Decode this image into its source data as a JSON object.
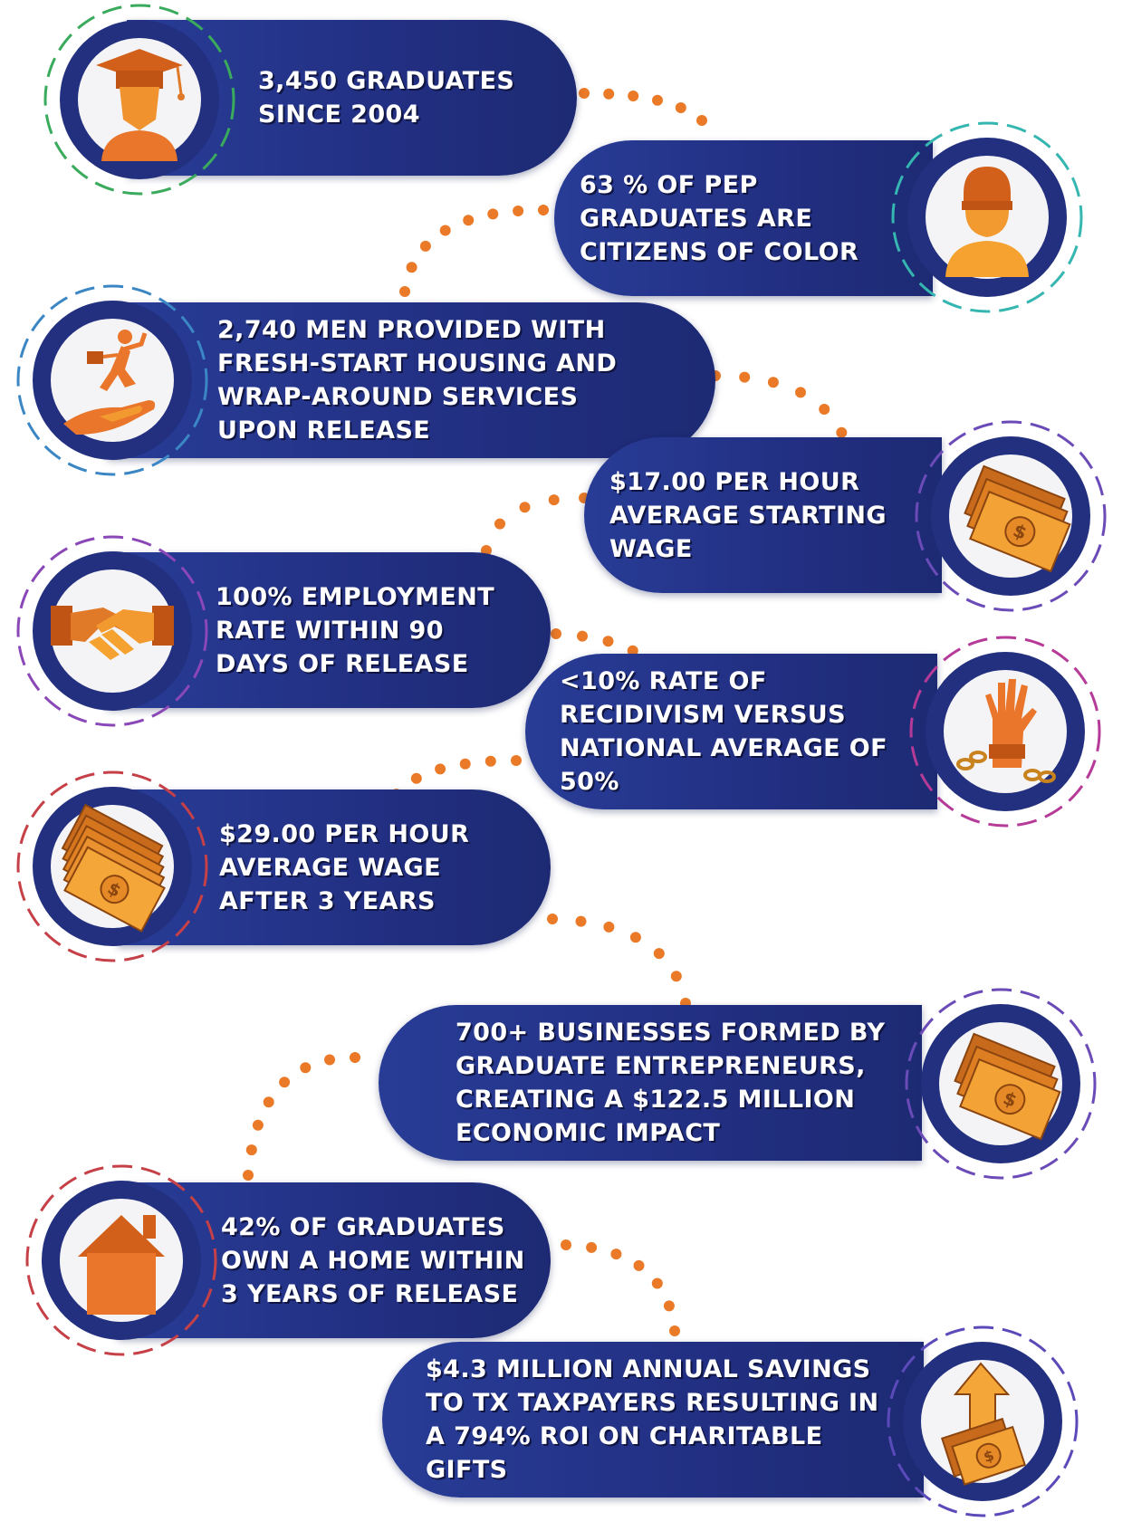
{
  "colors": {
    "pill": "#25378b",
    "ring": "#22307f",
    "accent": "#ee7f2d",
    "dots": "#ea7a28"
  },
  "stats": [
    {
      "text": "3,450 GRADUATES SINCE 2004",
      "icon": "graduate-icon",
      "side": "left",
      "dash": "#3aaa5c"
    },
    {
      "text": "63 % OF PEP GRADUATES ARE CITIZENS OF COLOR",
      "icon": "person-icon",
      "side": "right",
      "dash": "#35b6b0"
    },
    {
      "text": "2,740 MEN PROVIDED WITH FRESH-START HOUSING AND WRAP-AROUND  SERVICES UPON RELEASE",
      "icon": "runner-on-hand-icon",
      "side": "left",
      "dash": "#3b86c4"
    },
    {
      "text": "$17.00 PER HOUR AVERAGE STARTING WAGE",
      "icon": "money-icon",
      "side": "right",
      "dash": "#6b4bb8"
    },
    {
      "text": "100%  EMPLOYMENT RATE WITHIN 90 DAYS OF RELEASE",
      "icon": "handshake-icon",
      "side": "left",
      "dash": "#8a47b7"
    },
    {
      "text": "<10% RATE OF RECIDIVISM VERSUS NATIONAL AVERAGE OF 50%",
      "icon": "broken-chain-hand-icon",
      "side": "right",
      "dash": "#b63b98"
    },
    {
      "text": "$29.00 PER HOUR AVERAGE WAGE AFTER 3 YEARS",
      "icon": "money-stack-icon",
      "side": "left",
      "dash": "#c64048"
    },
    {
      "text": "700+ BUSINESSES FORMED BY GRADUATE ENTREPRENEURS, CREATING A $122.5 MILLION ECONOMIC IMPACT",
      "icon": "money-icon",
      "side": "right",
      "dash": "#6b4bb8"
    },
    {
      "text": "42% OF GRADUATES OWN A HOME WITHIN 3 YEARS OF RELEASE",
      "icon": "house-icon",
      "side": "left",
      "dash": "#c64048"
    },
    {
      "text": "$4.3 MILLION ANNUAL SAVINGS TO TX TAXPAYERS RESULTING IN A 794% ROI ON CHARITABLE GIFTS",
      "icon": "money-growth-arrow-icon",
      "side": "right",
      "dash": "#5b4ab9"
    }
  ]
}
